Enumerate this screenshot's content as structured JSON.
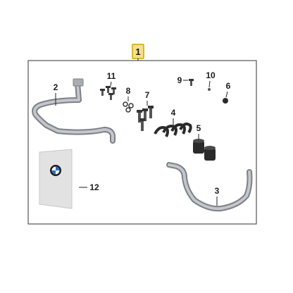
{
  "diagram": {
    "main_callout": "1",
    "colors": {
      "callout_highlight": "#f5e08a",
      "callout_border": "#c8a800",
      "frame": "#333333",
      "part_metal": "#a9acb0",
      "part_metal_dark": "#7d8085",
      "rubber": "#2a2a2a",
      "manual_bg": "#e2e2e2"
    },
    "parts": [
      {
        "number": "2",
        "icon": "handlebar-bracket-left-icon"
      },
      {
        "number": "3",
        "icon": "handlebar-bracket-right-icon"
      },
      {
        "number": "4",
        "icon": "clamp-set-icon"
      },
      {
        "number": "5",
        "icon": "rubber-buffer-icon"
      },
      {
        "number": "6",
        "icon": "nut-icon"
      },
      {
        "number": "7",
        "icon": "hex-bolt-icon"
      },
      {
        "number": "8",
        "icon": "washer-icon"
      },
      {
        "number": "9",
        "icon": "screw-icon"
      },
      {
        "number": "10",
        "icon": "small-washer-icon"
      },
      {
        "number": "11",
        "icon": "screw-set-icon"
      },
      {
        "number": "12",
        "icon": "manual-icon"
      }
    ]
  }
}
